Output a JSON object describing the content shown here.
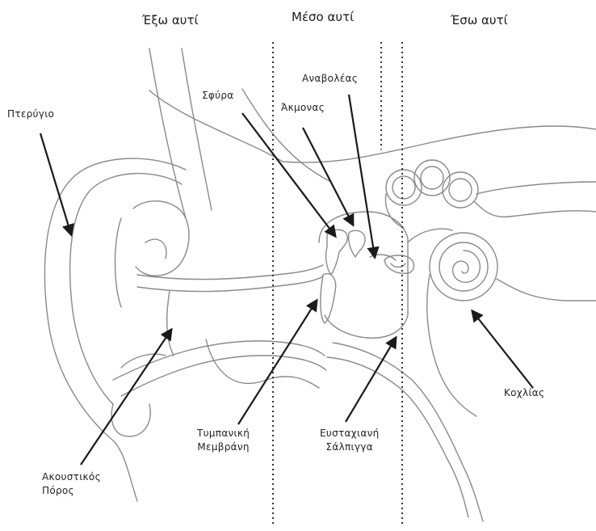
{
  "headers": {
    "outer": "Έξω αυτί",
    "middle": "Μέσο αυτί",
    "inner": "Έσω αυτί"
  },
  "labels": {
    "pinna": "Πτερύγιο",
    "hammer": "Σφύρα",
    "anvil": "Άκμονας",
    "stirrup": "Αναβολέας",
    "tympanic_line1": "Τυμπανική",
    "tympanic_line2": "Μεμβράνη",
    "eustachian_line1": "Ευσταχιανή",
    "eustachian_line2": "Σάλπιγγα",
    "canal_line1": "Ακουστικός",
    "canal_line2": "Πόρος",
    "cochlea": "Κοχλίας"
  },
  "colors": {
    "outline": "#8a8a8a",
    "arrow": "#1a1a1a",
    "divider": "#333333",
    "text": "#222222"
  }
}
